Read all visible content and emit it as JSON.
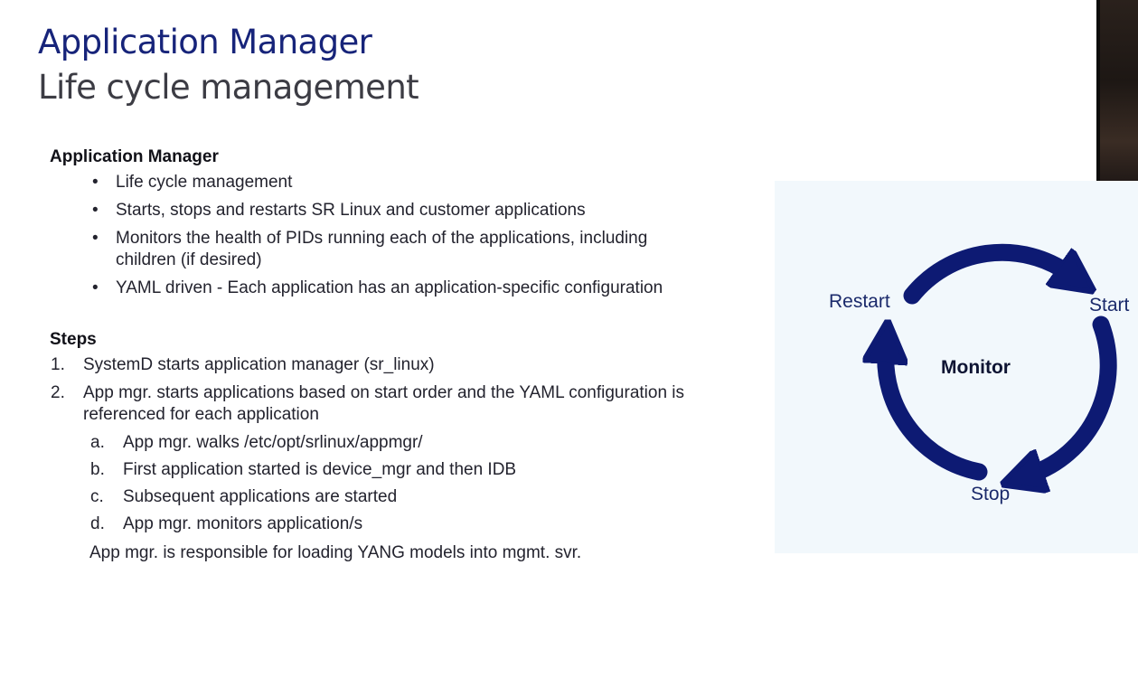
{
  "slide": {
    "title": "Application Manager",
    "subtitle": "Life cycle management"
  },
  "manager_section": {
    "heading": "Application Manager",
    "bullets": [
      "Life cycle management",
      "Starts, stops and restarts SR Linux and customer applications",
      "Monitors the health of PIDs running each of the applications, including children (if desired)",
      "YAML driven  - Each application has an application-specific configuration"
    ],
    "bullet_symbol": "•"
  },
  "steps_section": {
    "heading": "Steps",
    "steps": [
      {
        "num": "1.",
        "text": "SystemD starts application manager (sr_linux)"
      },
      {
        "num": "2.",
        "text": "App mgr. starts applications based on start order and the YAML configuration is referenced for each application"
      }
    ],
    "substeps": [
      {
        "num": "a.",
        "text": "App mgr. walks /etc/opt/srlinux/appmgr/"
      },
      {
        "num": "b.",
        "text": "First application started is device_mgr and then IDB"
      },
      {
        "num": "c.",
        "text": "Subsequent applications are started"
      },
      {
        "num": "d.",
        "text": "App mgr. monitors application/s"
      }
    ],
    "note": "App mgr. is responsible for loading YANG models into mgmt. svr."
  },
  "cycle_diagram": {
    "center": "Monitor",
    "labels": {
      "start": "Start",
      "stop": "Stop",
      "restart": "Restart"
    },
    "arrow_color": "#0d1a73",
    "panel_color": "#f2f8fc"
  },
  "colors": {
    "title": "#17247a",
    "subtitle": "#3c3c44",
    "text": "#23232e"
  }
}
